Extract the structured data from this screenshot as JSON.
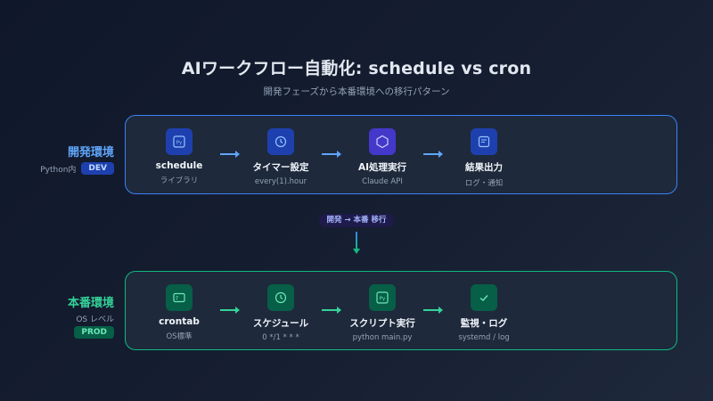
{
  "header": {
    "title": "AIワークフロー自動化: schedule vs cron",
    "subtitle": "開発フェーズから本番環境への移行パターン"
  },
  "dev": {
    "name": "開発環境",
    "sub": "Python内",
    "badge": "DEV",
    "color": "#3b82f6",
    "steps": [
      {
        "label": "schedule",
        "sub": "ライブラリ",
        "icon": "python-file-icon"
      },
      {
        "label": "タイマー設定",
        "sub": "every(1).hour",
        "icon": "clock-icon"
      },
      {
        "label": "AI処理実行",
        "sub": "Claude API",
        "icon": "hexagon-icon"
      },
      {
        "label": "結果出力",
        "sub": "ログ・通知",
        "icon": "document-icon"
      }
    ]
  },
  "migration": {
    "label": "開発 → 本番 移行"
  },
  "prod": {
    "name": "本番環境",
    "sub": "OS レベル",
    "badge": "PROD",
    "color": "#10b981",
    "steps": [
      {
        "label": "crontab",
        "sub": "OS標準",
        "icon": "terminal-icon"
      },
      {
        "label": "スケジュール",
        "sub": "0 */1 * * *",
        "icon": "clock-icon"
      },
      {
        "label": "スクリプト実行",
        "sub": "python main.py",
        "icon": "python-file-icon"
      },
      {
        "label": "監視・ログ",
        "sub": "systemd / log",
        "icon": "check-icon"
      }
    ]
  }
}
